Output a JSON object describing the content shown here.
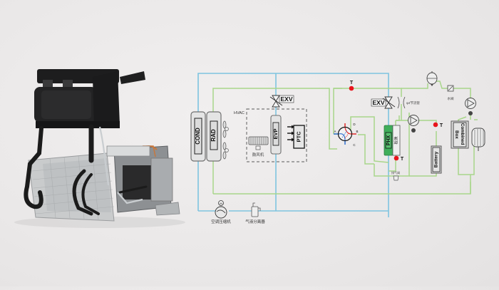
{
  "colors": {
    "background": "#ECEAEA",
    "refrigerant_line": "#7EC4E0",
    "coolant_line": "#A8D68A",
    "sensor_red": "#E8141C",
    "valve_blue": "#2F6FD0",
    "valve_red": "#E02A2A",
    "phx_green": "#3FAE5A",
    "component_fill": "#E2E2E2",
    "component_stroke": "#6E6E6E"
  },
  "product_photo": {
    "label": "Integrated thermal management module (HVAC unit with condenser, PHX and valve block)"
  },
  "diagram": {
    "components": {
      "cond": "COND",
      "rad": "RAD",
      "hvac": "HVAC",
      "evp": "EVP",
      "ptc": "PTC",
      "blower": "鼓风机",
      "exv_top": "EXV",
      "exv_right": "EXV",
      "phx": "PHX",
      "phx_side": "板换",
      "battery": "Battery",
      "combined_box_line1": "Combined",
      "combined_box_line2": "Box",
      "compressor": "空调压缩机",
      "accumulator": "气液分离器",
      "orifice": "φ4节流管",
      "filter": "水阀",
      "bleed_valve": "排气阀",
      "compressor_tag": "M"
    },
    "four_way_valve_ports": [
      "A",
      "B",
      "C",
      "D"
    ],
    "temperature_sensors": [
      {
        "id": "t1",
        "label": "T"
      },
      {
        "id": "t2",
        "label": "T"
      },
      {
        "id": "t3",
        "label": "T"
      }
    ]
  }
}
